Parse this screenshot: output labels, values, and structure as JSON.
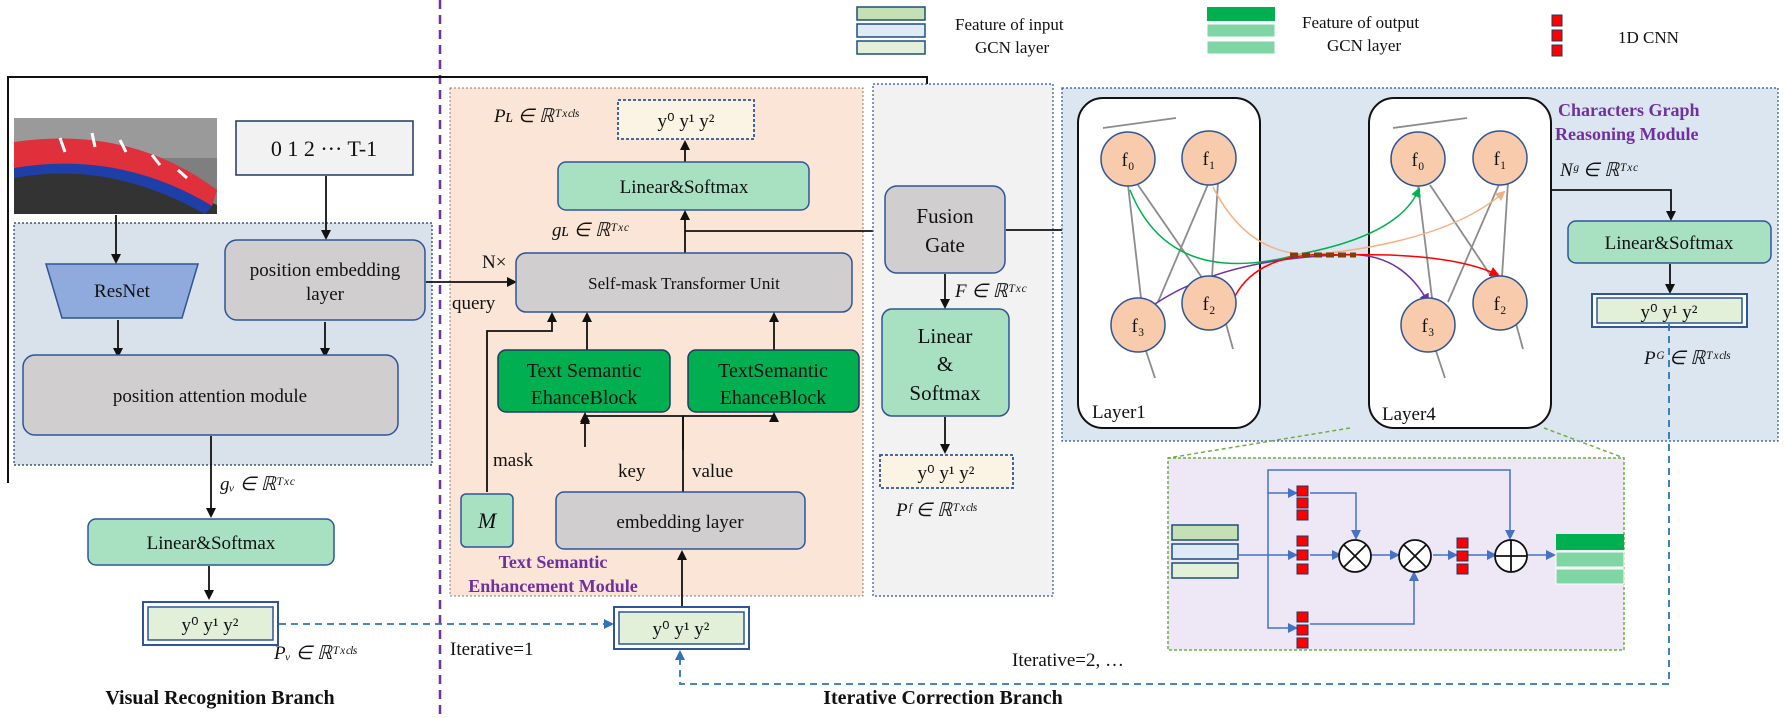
{
  "legend": {
    "input_feature": [
      "Feature of input",
      "GCN layer"
    ],
    "output_feature": [
      "Feature of output",
      "GCN layer"
    ],
    "cnn": "1D CNN"
  },
  "visual": {
    "position_seq": "0  1  2 ···  T-1",
    "resnet": "ResNet",
    "pos_embed": [
      "position embedding",
      "layer"
    ],
    "pos_attn": "position attention module",
    "gv": "gᵥ ∈ ℝᵀˣᶜ",
    "linear_softmax": "Linear&Softmax",
    "output": "y⁰  y¹  y²",
    "pv": "Pᵥ ∈ ℝᵀˣᶜˡˢ",
    "title": "Visual Recognition Branch"
  },
  "tse": {
    "pl": "Pʟ ∈ ℝᵀˣᶜˡˢ",
    "out": "y⁰  y¹  y²",
    "linear_softmax": "Linear&Softmax",
    "gl": "gʟ ∈ ℝᵀˣᶜ",
    "n_times": "N×",
    "query": "query",
    "smtu": "Self-mask  Transformer Unit",
    "block1": [
      "Text Semantic",
      "EhanceBlock"
    ],
    "block2": [
      "TextSemantic",
      "EhanceBlock"
    ],
    "mask": "mask",
    "key": "key",
    "value": "value",
    "m": "M",
    "embed": "embedding layer",
    "title": [
      "Text Semantic",
      "Enhancement  Module"
    ],
    "input": "y⁰  y¹  y²",
    "iter1": "Iterative=1"
  },
  "fusion": {
    "gate": [
      "Fusion",
      "Gate"
    ],
    "f": "F ∈ ℝᵀˣᶜ",
    "linear": [
      "Linear",
      "&",
      "Softmax"
    ],
    "out": "y⁰  y¹  y²",
    "pf": "Pᶠ ∈ ℝᵀˣᶜˡˢ"
  },
  "gcn": {
    "title": [
      "Characters Graph",
      "Reasoning Module"
    ],
    "layer1": "Layer1",
    "layer4": "Layer4",
    "nodes": [
      "f₀",
      "f₁",
      "f₂",
      "f₃"
    ],
    "ng": "Nᵍ ∈ ℝᵀˣᶜ",
    "linear_softmax": "Linear&Softmax",
    "out": "y⁰  y¹  y²",
    "pg": "Pᴳ ∈ ℝᵀˣᶜˡˢ",
    "iter2": "Iterative=2, …"
  },
  "branch_title": "Iterative Correction Branch",
  "colors": {
    "mint": "#A8E0C2",
    "green": "#00B050",
    "gray": "#D0CECE",
    "blue_panel": "#DCE6F1",
    "peach_panel": "#FBE5D6",
    "node": "#F8CBAD",
    "resnet": "#8FAADC",
    "purple": "#7030A0"
  }
}
